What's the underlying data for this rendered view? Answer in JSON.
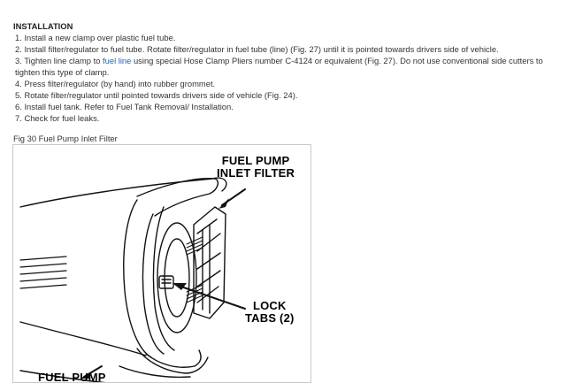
{
  "section": {
    "heading": "INSTALLATION"
  },
  "steps": [
    {
      "num": "1.",
      "text": "Install a new clamp over plastic fuel tube."
    },
    {
      "num": "2.",
      "text": "Install filter/regulator to fuel tube. Rotate filter/regulator in fuel tube (line) (Fig. 27) until it is pointed towards drivers side of vehicle."
    },
    {
      "num": "3.",
      "text_before": "Tighten line clamp to ",
      "link": "fuel line",
      "text_after": " using special Hose Clamp Pliers number C-4124 or equivalent (Fig. 27). Do not use conventional side cutters to tighten this type of clamp."
    },
    {
      "num": "4.",
      "text": "Press filter/regulator (by hand) into rubber grommet."
    },
    {
      "num": "5.",
      "text": "Rotate filter/regulator until pointed towards drivers side of vehicle (Fig. 24)."
    },
    {
      "num": "6.",
      "text": "Install fuel tank. Refer to Fuel Tank Removal/ Installation."
    },
    {
      "num": "7.",
      "text": "Check for fuel leaks."
    }
  ],
  "figure": {
    "caption": "Fig 30 Fuel Pump Inlet Filter",
    "labels": {
      "filter_line1": "FUEL PUMP",
      "filter_line2": "INLET FILTER",
      "tabs_line1": "LOCK",
      "tabs_line2": "TABS (2)",
      "pump_line1": "FUEL PUMP"
    }
  },
  "colors": {
    "link": "#1a64b8",
    "text": "#333333",
    "figure_border": "#c9c9c9"
  }
}
